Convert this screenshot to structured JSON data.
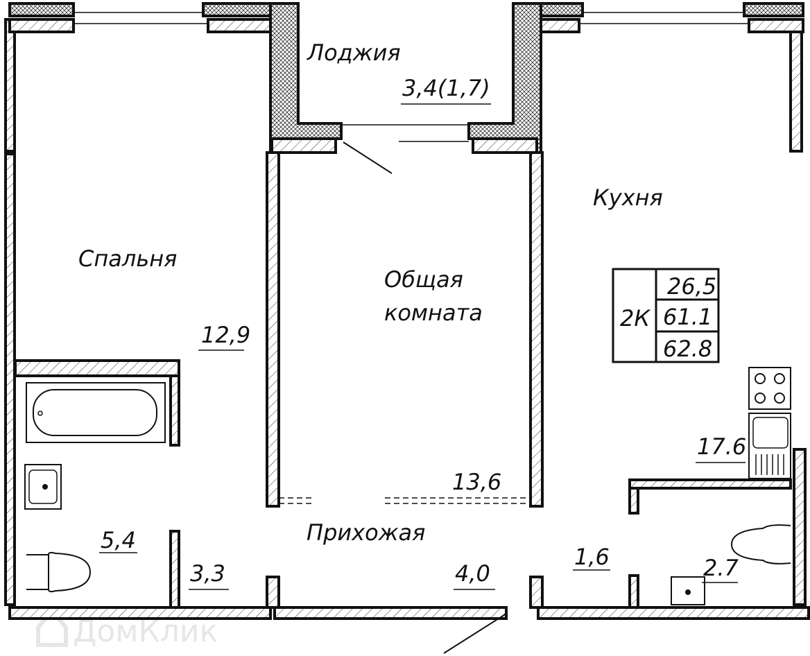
{
  "rooms": {
    "loggia": {
      "name": "Лоджия",
      "area": "3,4(1,7)"
    },
    "bedroom": {
      "name": "Спальня",
      "area": "12,9"
    },
    "living": {
      "name_line1": "Общая",
      "name_line2": "комната",
      "area": "13,6"
    },
    "kitchen": {
      "name": "Кухня",
      "area": "17.6"
    },
    "hallway": {
      "name": "Прихожая",
      "area": "4,0"
    },
    "bathroom": {
      "area": "5,4"
    },
    "closet": {
      "area": "3,3"
    },
    "corridor": {
      "area": "1,6"
    },
    "toilet": {
      "area": "2.7"
    }
  },
  "summary": {
    "type": "2К",
    "living_area": "26,5",
    "total_area": "61.1",
    "total_with_loggia": "62.8"
  },
  "watermark": "ДомКлик"
}
